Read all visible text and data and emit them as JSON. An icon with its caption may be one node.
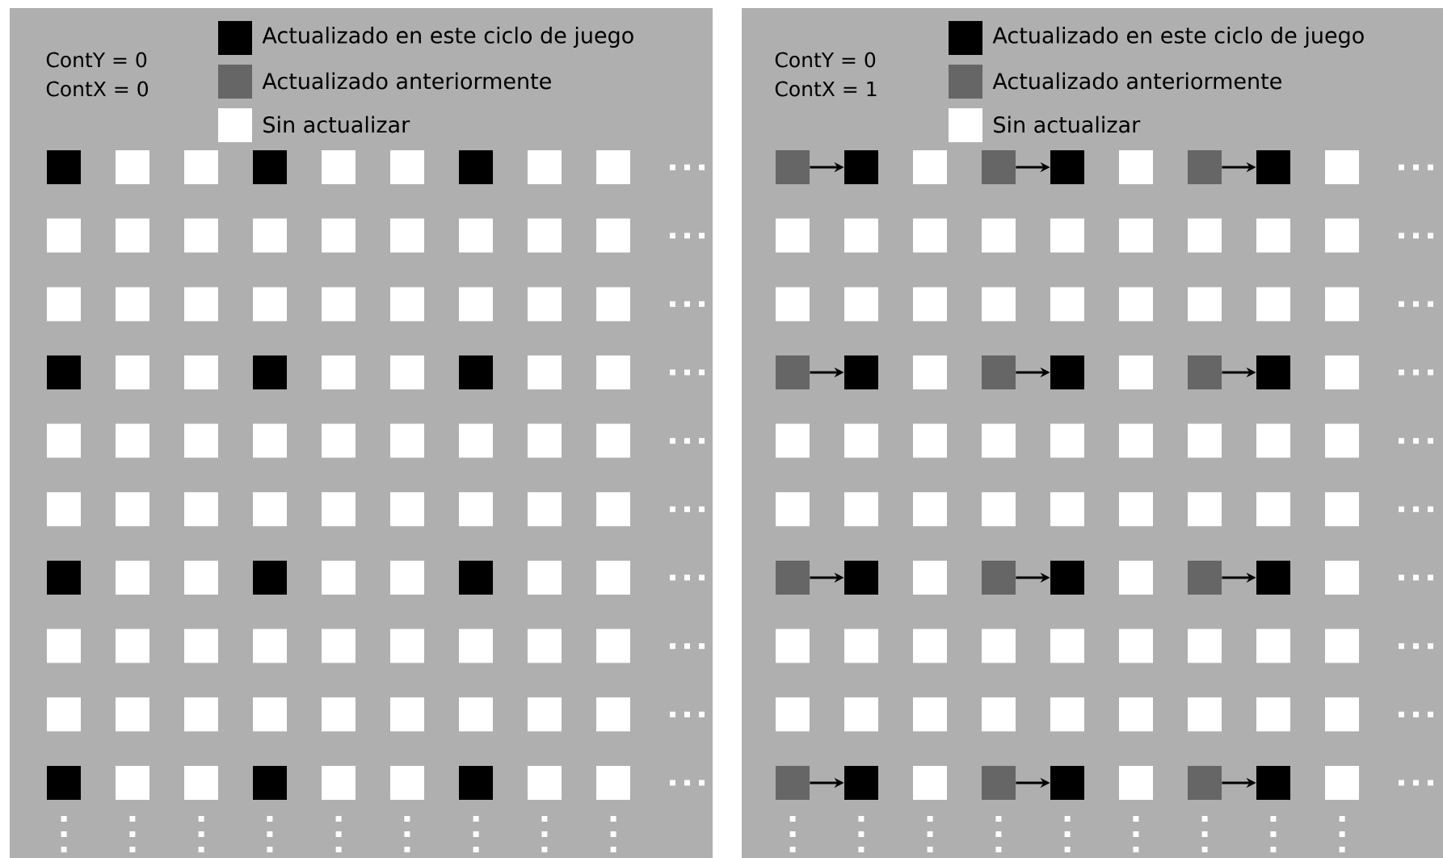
{
  "diagram": {
    "nodes": [
      {
        "text": [],
        "shape": "box"
      },
      {
        "text": [],
        "shape": "box"
      },
      {
        "text": [],
        "shape": "box"
      },
      {
        "text": [],
        "shape": "box"
      },
      {
        "text": [],
        "shape": "box"
      },
      {
        "text": [],
        "shape": "box"
      },
      {
        "text": [],
        "shape": "box"
      },
      {
        "text": [],
        "shape": "box"
      },
      {
        "text": [],
        "shape": "box"
      },
      {
        "text": [],
        "shape": "box"
      },
      {
        "text": [],
        "shape": "box"
      },
      {
        "text": [],
        "shape": "box"
      },
      {
        "text": [],
        "shape": "box"
      },
      {
        "text": [],
        "shape": "box"
      },
      {
        "text": [],
        "shape": "box"
      },
      {
        "text": [],
        "shape": "box"
      },
      {
        "text": [],
        "shape": "box"
      },
      {
        "text": [],
        "shape": "box"
      },
      {
        "text": [],
        "shape": "box"
      },
      {
        "text": [],
        "shape": "box"
      },
      {
        "text": [],
        "shape": "box"
      },
      {
        "text": [],
        "shape": "box"
      },
      {
        "text": [],
        "shape": "box"
      },
      {
        "text": [],
        "shape": "box"
      }
    ],
    "edges": [
      {
        "from": 0,
        "to": 1,
        "arrow": "to"
      },
      {
        "from": 2,
        "to": 3,
        "arrow": "to"
      },
      {
        "from": 4,
        "to": 5,
        "arrow": "to"
      },
      {
        "from": 6,
        "to": 7,
        "arrow": "to"
      },
      {
        "from": 8,
        "to": 9,
        "arrow": "to"
      },
      {
        "from": 10,
        "to": 11,
        "arrow": "to"
      },
      {
        "from": 12,
        "to": 13,
        "arrow": "to"
      },
      {
        "from": 14,
        "to": 15,
        "arrow": "to"
      },
      {
        "from": 16,
        "to": 17,
        "arrow": "to"
      },
      {
        "from": 18,
        "to": 19,
        "arrow": "to"
      },
      {
        "from": 20,
        "to": 21,
        "arrow": "to"
      },
      {
        "from": 22,
        "to": 23,
        "arrow": "to"
      }
    ],
    "labels": [
      "ContY = 0",
      "ContX = 0",
      "ContY = 0",
      "ContX = 1"
    ],
    "legend": [
      {
        "text": "Actualizado en este ciclo de juego",
        "color": "#000000"
      },
      {
        "text": "Actualizado anteriormente",
        "color": "#666666"
      },
      {
        "text": "Sin actualizar",
        "color": "#ffffff"
      },
      {
        "text": "Actualizado en este ciclo de juego",
        "color": "#000000"
      },
      {
        "text": "Actualizado anteriormente",
        "color": "#666666"
      },
      {
        "text": "Sin actualizar",
        "color": "#ffffff"
      }
    ]
  }
}
